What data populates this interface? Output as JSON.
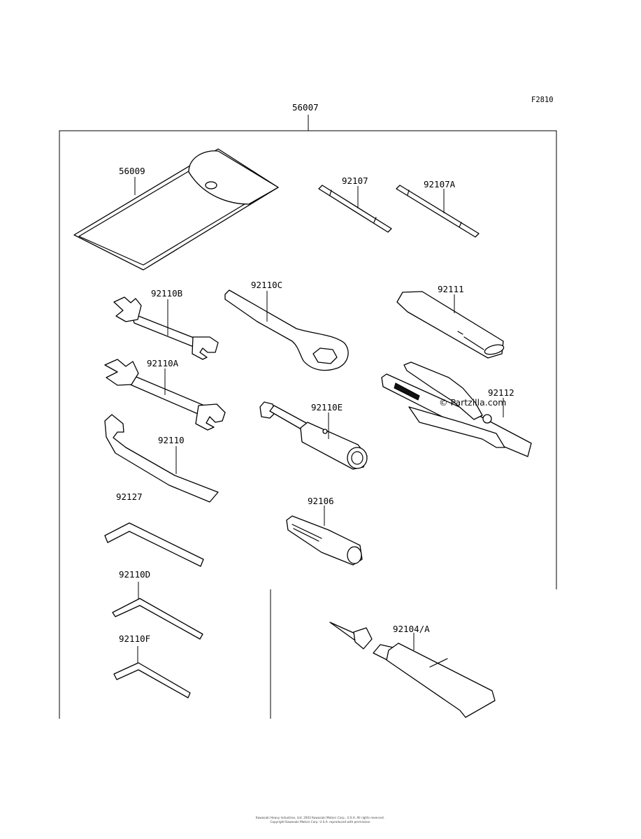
{
  "figure_code": "F2810",
  "kit_number": "56007",
  "watermark": "© Partzilla.com",
  "footer_lines": [
    "Kawasaki Heavy Industries, Ltd. 2003 Kawasaki Motors Corp., U.S.A. All rights reserved.",
    "Copyright Kawasaki Motors Corp. U.S.A. reproduced with permission"
  ],
  "parts": [
    {
      "id": "p-56009",
      "number": "56009",
      "item": "tool-bag"
    },
    {
      "id": "p-92107",
      "number": "92107",
      "item": "screwdriver-bit"
    },
    {
      "id": "p-92107a",
      "number": "92107A",
      "item": "screwdriver-bit"
    },
    {
      "id": "p-92110b",
      "number": "92110B",
      "item": "open-end-wrench"
    },
    {
      "id": "p-92110c",
      "number": "92110C",
      "item": "box-wrench"
    },
    {
      "id": "p-92111",
      "number": "92111",
      "item": "screwdriver-handle"
    },
    {
      "id": "p-92110a",
      "number": "92110A",
      "item": "open-end-wrench"
    },
    {
      "id": "p-92112",
      "number": "92112",
      "item": "pliers"
    },
    {
      "id": "p-92110e",
      "number": "92110E",
      "item": "socket-wrench"
    },
    {
      "id": "p-92110",
      "number": "92110",
      "item": "hook-wrench"
    },
    {
      "id": "p-92127",
      "number": "92127",
      "item": "hex-key"
    },
    {
      "id": "p-92106",
      "number": "92106",
      "item": "spark-plug-tool"
    },
    {
      "id": "p-92110d",
      "number": "92110D",
      "item": "hex-key"
    },
    {
      "id": "p-92104a",
      "number": "92104/A",
      "item": "grease-tube"
    },
    {
      "id": "p-92110f",
      "number": "92110F",
      "item": "hex-key"
    }
  ]
}
